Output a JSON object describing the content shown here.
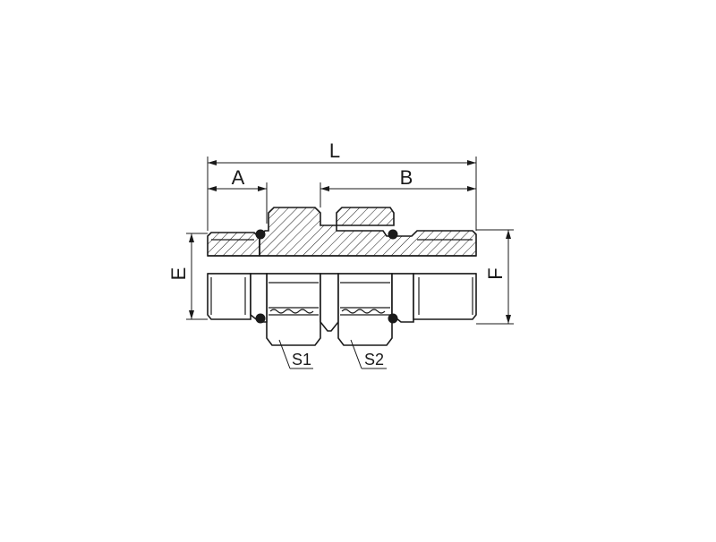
{
  "diagram": {
    "labels": {
      "L": "L",
      "A": "A",
      "B": "B",
      "E": "E",
      "F": "F",
      "S1": "S1",
      "S2": "S2"
    },
    "colors": {
      "line": "#1a1a1a",
      "background": "#ffffff"
    }
  }
}
